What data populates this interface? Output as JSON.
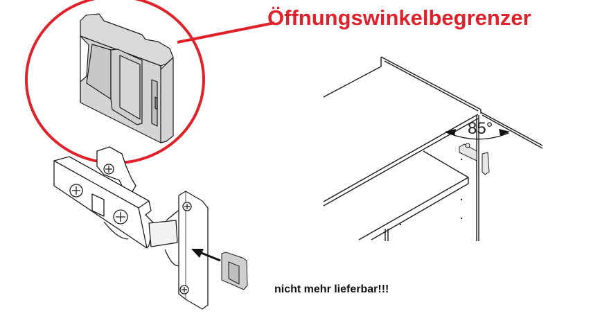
{
  "diagram": {
    "title": "Öffnungswinkelbegrenzer",
    "notice": "nicht mehr lieferbar!!!",
    "angle_label": "85°",
    "colors": {
      "accent_red": "#e0212a",
      "line": "#1a1a1a",
      "part_fill": "#d9d9d9",
      "background": "#ffffff"
    },
    "figures": [
      {
        "name": "opening-angle-limiter-closeup",
        "description": "enlarged limiter clip inside red circle"
      },
      {
        "name": "concealed-hinge-with-limiter",
        "description": "hinge with arrow inserting limiter clip"
      },
      {
        "name": "cabinet-with-angle",
        "description": "cabinet corner showing 85° opening angle"
      }
    ]
  }
}
